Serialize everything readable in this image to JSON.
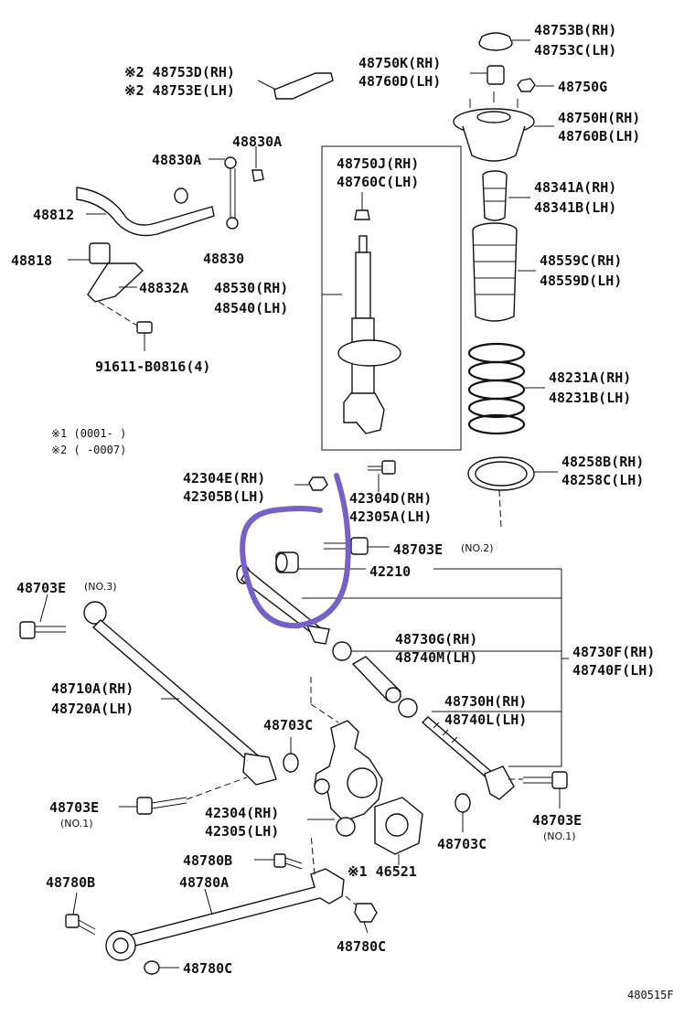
{
  "labels": {
    "p48753b": "48753B(RH)",
    "p48753c": "48753C(LH)",
    "p48753d": "※2 48753D(RH)",
    "p48753e": "※2 48753E(LH)",
    "p48750k": "48750K(RH)",
    "p48760d": "48760D(LH)",
    "p48750g": "48750G",
    "p48750h": "48750H(RH)",
    "p48760b": "48760B(LH)",
    "p48830a_top": "48830A",
    "p48830a_left": "48830A",
    "p48812": "48812",
    "p48830": "48830",
    "p48818": "48818",
    "p48832a": "48832A",
    "p48530": "48530(RH)",
    "p48540": "48540(LH)",
    "p48750j": "48750J(RH)",
    "p48760c": "48760C(LH)",
    "p48341a": "48341A(RH)",
    "p48341b": "48341B(LH)",
    "p48559c": "48559C(RH)",
    "p48559d": "48559D(LH)",
    "p91611": "91611-B0816(4)",
    "p48231a": "48231A(RH)",
    "p48231b": "48231B(LH)",
    "note1": "※1 (0001-   )",
    "note2": "※2 (   -0007)",
    "p48258b": "48258B(RH)",
    "p48258c": "48258C(LH)",
    "p42304e": "42304E(RH)",
    "p42305b": "42305B(LH)",
    "p42304d": "42304D(RH)",
    "p42305a": "42305A(LH)",
    "p48703e_no2": "48703E",
    "no2": "(NO.2)",
    "p42210": "42210",
    "p48703e_no3": "48703E",
    "no3": "(NO.3)",
    "p48730g": "48730G(RH)",
    "p48740m": "48740M(LH)",
    "p48730f": "48730F(RH)",
    "p48740f": "48740F(LH)",
    "p48710a": "48710A(RH)",
    "p48720a": "48720A(LH)",
    "p48730h": "48730H(RH)",
    "p48740l": "48740L(LH)",
    "p48703c_mid": "48703C",
    "p48703e_no1_left": "48703E",
    "no1_left": "(NO.1)",
    "p42304": "42304(RH)",
    "p42305": "42305(LH)",
    "p48703c_right": "48703C",
    "p48703e_no1_right": "48703E",
    "no1_right": "(NO.1)",
    "p48780b_mid": "48780B",
    "p48780b_left": "48780B",
    "p48780a": "48780A",
    "p46521": "※1 46521",
    "p48780c_right": "48780C",
    "p48780c_bottom": "48780C",
    "figure_code": "480515F"
  },
  "colors": {
    "line": "#111111",
    "highlight": "#7661c8",
    "background": "#ffffff"
  }
}
